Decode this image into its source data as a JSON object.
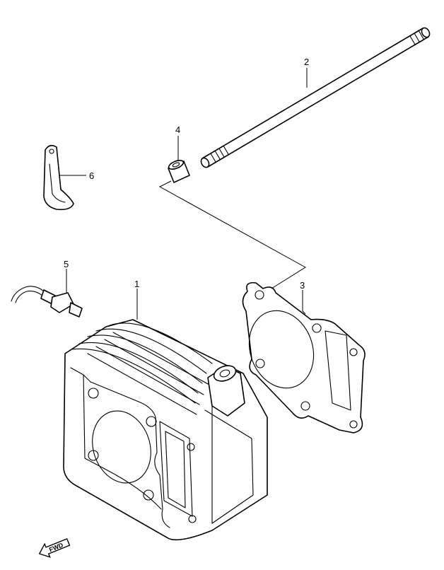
{
  "callouts": [
    {
      "id": "cylinder",
      "label": "1"
    },
    {
      "id": "stud-bolt",
      "label": "2"
    },
    {
      "id": "gasket",
      "label": "3"
    },
    {
      "id": "dowel-pin",
      "label": "4"
    },
    {
      "id": "sensor-fitting",
      "label": "5"
    },
    {
      "id": "clamp-bracket",
      "label": "6"
    }
  ],
  "fwd_label": "FWD"
}
